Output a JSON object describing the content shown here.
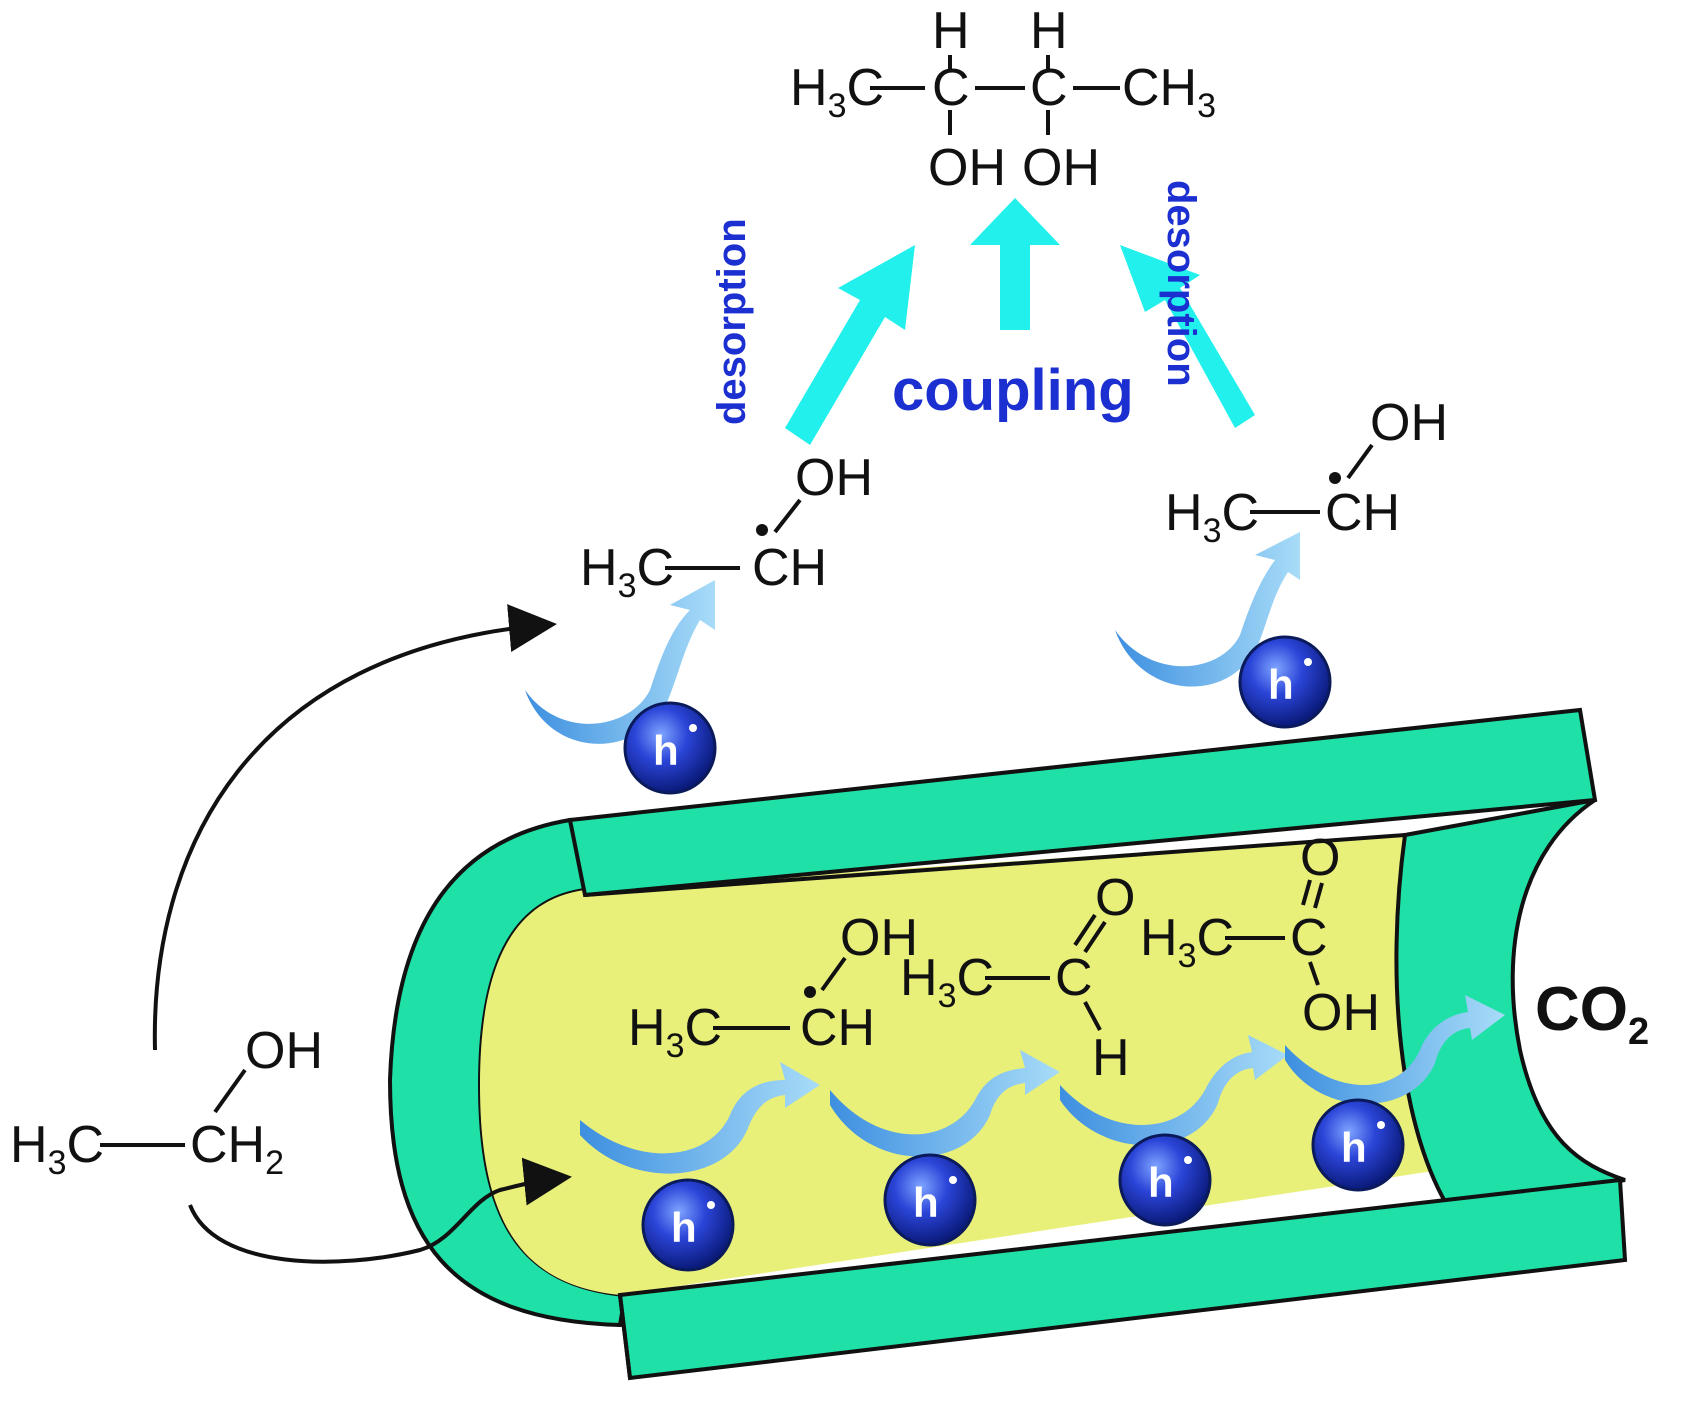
{
  "molecules": {
    "product": {
      "left_methyl": "H3C",
      "right_methyl": "CH3",
      "carbon": "C",
      "hydrogen": "H",
      "hydroxyl": "OH"
    },
    "radical": {
      "methyl": "H3C",
      "ch": "CH",
      "hydroxyl": "OH"
    },
    "ethanol": {
      "methyl": "H3C",
      "ch2": "CH2",
      "hydroxyl": "OH"
    },
    "acetaldehyde": {
      "methyl": "H3C",
      "carbon": "C",
      "oxygen": "O",
      "hydrogen": "H"
    },
    "acetic_acid": {
      "methyl": "H3C",
      "carbon": "C",
      "oxygen": "O",
      "hydroxyl": "OH"
    }
  },
  "labels": {
    "desorption_left": "desorption",
    "desorption_right": "desorption",
    "coupling": "coupling",
    "co2": "CO2"
  },
  "hole": {
    "symbol": "h"
  },
  "colors": {
    "tube_wall": "#1fe0a6",
    "tube_interior": "#e9f07a",
    "arrow_cyan": "#22f0ec",
    "arrow_light_blue": "#5ab4ef",
    "label_blue": "#1c2fd0",
    "hole_sphere": "#1736c2"
  }
}
